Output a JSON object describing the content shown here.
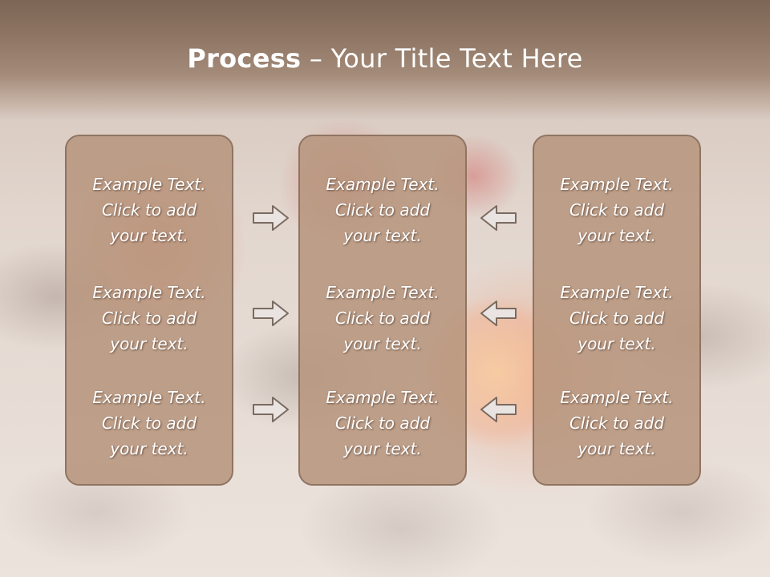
{
  "slide": {
    "title_bold": "Process",
    "title_rest": " – Your Title Text Here"
  },
  "columns": [
    {
      "items": [
        {
          "line1": "Example Text.",
          "line2": "Click  to add",
          "line3": "your text."
        },
        {
          "line1": "Example Text.",
          "line2": "Click  to add",
          "line3": "your text."
        },
        {
          "line1": "Example Text.",
          "line2": "Click  to add",
          "line3": "your text."
        }
      ]
    },
    {
      "items": [
        {
          "line1": "Example Text.",
          "line2": "Click  to add",
          "line3": "your text."
        },
        {
          "line1": "Example Text.",
          "line2": "Click  to add",
          "line3": "your text."
        },
        {
          "line1": "Example Text.",
          "line2": "Click  to add",
          "line3": "your text."
        }
      ]
    },
    {
      "items": [
        {
          "line1": "Example Text.",
          "line2": "Click  to add",
          "line3": "your text."
        },
        {
          "line1": "Example Text.",
          "line2": "Click  to add",
          "line3": "your text."
        },
        {
          "line1": "Example Text.",
          "line2": "Click  to add",
          "line3": "your text."
        }
      ]
    }
  ],
  "arrows": {
    "left_group": [
      "arrow-right-icon",
      "arrow-right-icon",
      "arrow-right-icon"
    ],
    "right_group": [
      "arrow-left-icon",
      "arrow-left-icon",
      "arrow-left-icon"
    ]
  },
  "colors": {
    "title_band": "#8e7564",
    "box_fill": "#b7967e",
    "box_border": "#8f7462",
    "arrow_fill": "#e9e4e1",
    "arrow_stroke": "#7a6a60"
  }
}
